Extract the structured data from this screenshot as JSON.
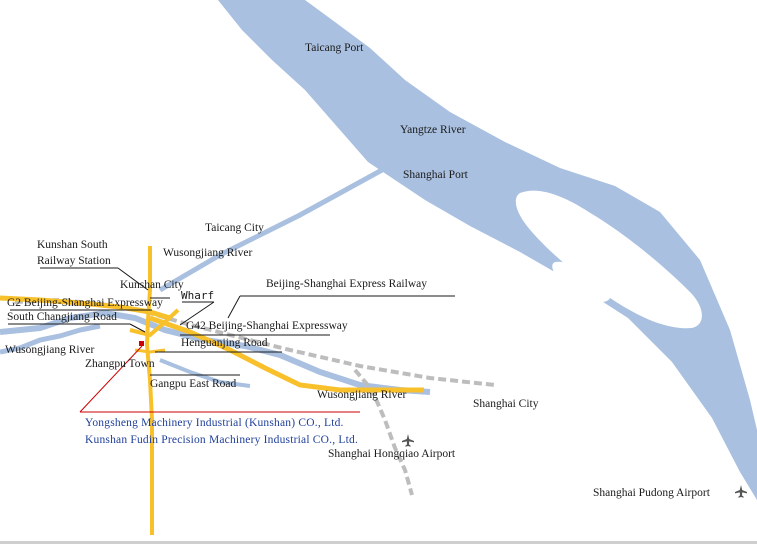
{
  "colors": {
    "water": "#a9c0e0",
    "expressway": "#f8c12b",
    "railway": "#bdbdbd",
    "leader": "#1a1a1a",
    "company_text": "#1f3f9a",
    "pointer": "#cc0000"
  },
  "labels": {
    "taicang_port": "Taicang Port",
    "yangtze_river": "Yangtze River",
    "shanghai_port": "Shanghai Port",
    "taicang_city": "Taicang City",
    "kunshan_south_1": "Kunshan South",
    "kunshan_south_2": "Railway Station",
    "wusongjiang_river_top": "Wusongjiang River",
    "kunshan_city": "Kunshan City",
    "beijing_shanghai_railway": "Beijing-Shanghai Express Railway",
    "g2_expressway": "G2 Beijing-Shanghai Expressway",
    "wharf": "Wharf",
    "south_changjiang_road": "South Changjiang Road",
    "g42_expressway": "G42 Beijing-Shanghai Expressway",
    "henguanjing_road": "Henguanjing Road",
    "wusongjiang_river_left": "Wusongjiang River",
    "zhangpu_town": "Zhangpu Town",
    "gangpu_east_road": "Gangpu East Road",
    "wusongjiang_river_right": "Wusongjiang River",
    "shanghai_city": "Shanghai City",
    "company_1": "Yongsheng Machinery Industrial (Kunshan) CO., Ltd.",
    "company_2": "Kunshan Fudin Precision Machinery Industrial CO., Ltd.",
    "hongqiao_airport": "Shanghai Hongqiao Airport",
    "pudong_airport": "Shanghai Pudong Airport"
  },
  "icons": {
    "hongqiao": "airplane-icon",
    "pudong": "airplane-icon"
  }
}
